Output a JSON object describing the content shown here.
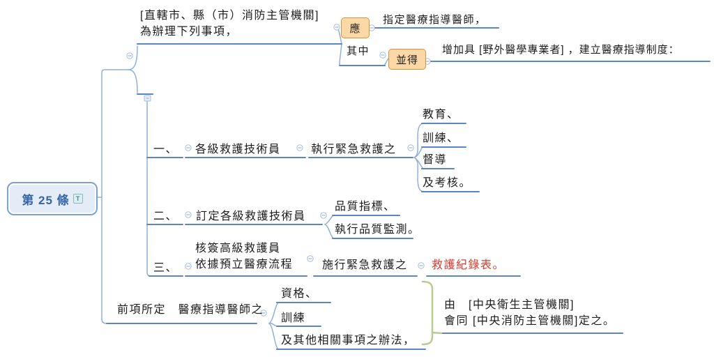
{
  "root": {
    "label": "第 25 條",
    "icon_label": "T"
  },
  "authority": {
    "line1": "[直轄市、縣（市）消防主管機關]",
    "line2": "為辦理下列事項，",
    "should_badge": "應",
    "should_task": "指定醫療指導醫師，",
    "among_label": "其中",
    "also_badge": "並得",
    "also_task": "增加具 [野外醫學專業者] ，建立醫療指導制度："
  },
  "items": {
    "one": {
      "num": "一、",
      "target": "各級救護技術員",
      "action": "執行緊急救護之",
      "aspects": [
        "教育、",
        "訓練、",
        "督導",
        "及考核。"
      ]
    },
    "two": {
      "num": "二、",
      "target": "訂定各級救護技術員",
      "aspects": [
        "品質指標、",
        "執行品質監測。"
      ]
    },
    "three": {
      "num": "三、",
      "target_line1": "核簽高級救護員",
      "target_line2": "依據預立醫療流程",
      "action": "施行緊急救護之",
      "result": "救護紀錄表。"
    }
  },
  "provision": {
    "label": "前項所定　醫療指導醫師之",
    "aspects": [
      "資格、",
      "訓練",
      "及其他相關事項之辦法，"
    ],
    "summary_line1": "由　[中央衛生主管機關]",
    "summary_line2": "會同 [中央消防主管機關]定之。"
  },
  "colors": {
    "connector": "#90b0dc",
    "underline": "#5a86c5",
    "orange_border": "#d8913d",
    "orange_fill": "#fbd8a6",
    "result_red": "#d93a2b",
    "summary_green": "#b9cc8f",
    "root_border": "#7aa2d4",
    "root_fill": "#e4ecf7",
    "root_text": "#3565a8"
  }
}
